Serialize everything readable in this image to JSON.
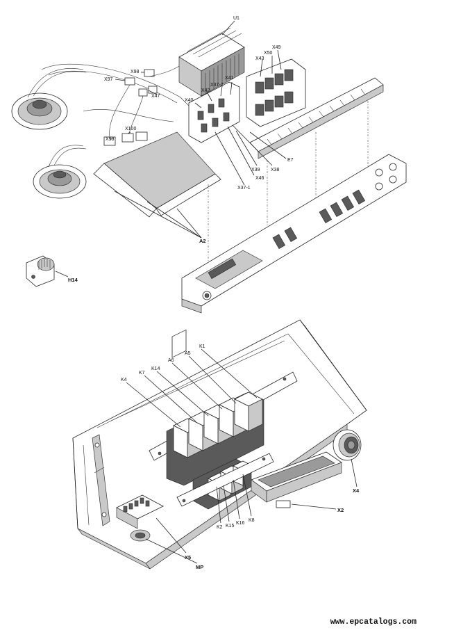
{
  "footer": {
    "site": "www.epcatalogs.com"
  },
  "top_view": {
    "labels": {
      "u1": "U1",
      "x97": "X97",
      "x98": "X98",
      "x47": "X47",
      "x99": "X99",
      "x100": "X100",
      "x40": "X40",
      "x42": "X42",
      "x37_2": "X37-2",
      "x41": "X41",
      "x43": "X43",
      "x50": "X50",
      "x49": "X49",
      "x39": "X39",
      "x38": "X38",
      "x46": "X46",
      "e7": "E7",
      "x37_1": "X37-1",
      "a2": "A2",
      "h14": "H14"
    }
  },
  "bottom_view": {
    "labels": {
      "k1": "K1",
      "a5": "A5",
      "a6": "A6",
      "k14": "K14",
      "k7": "K7",
      "k4": "K4",
      "x4": "X4",
      "x2": "X2",
      "k2": "K2",
      "k15": "K15",
      "k16": "K16",
      "k8": "K8",
      "x5": "X5",
      "mp": "MP"
    }
  }
}
